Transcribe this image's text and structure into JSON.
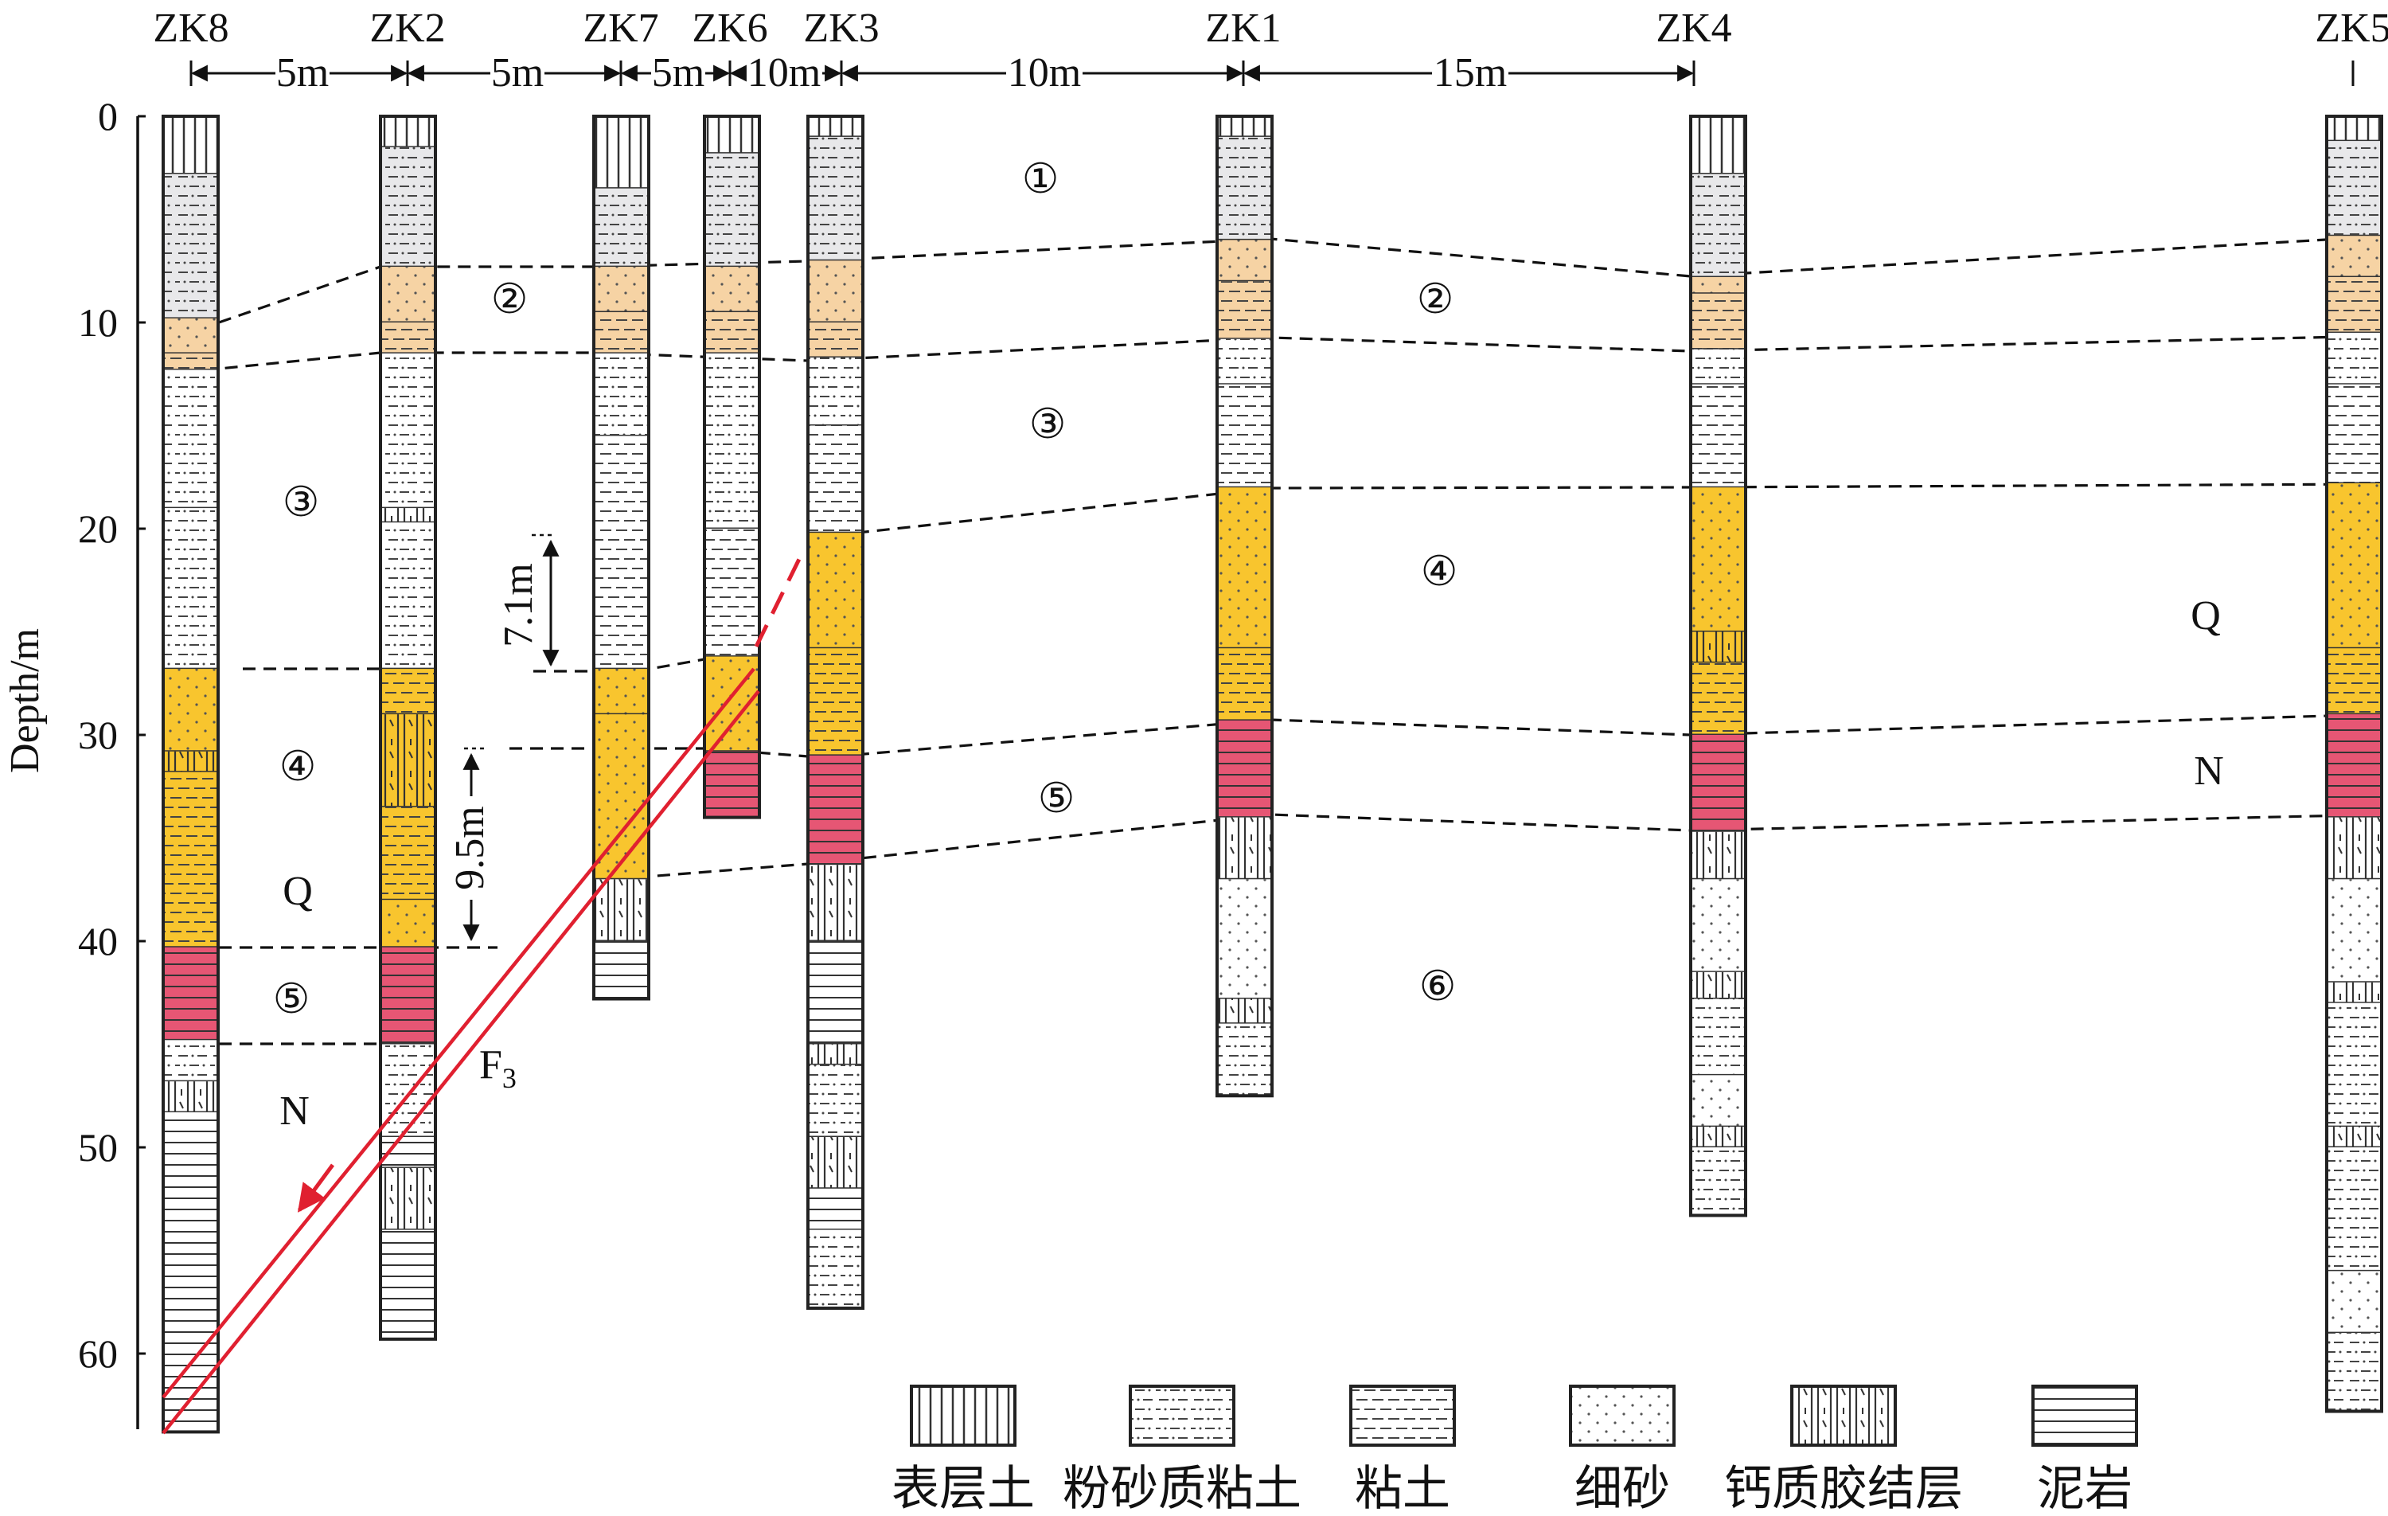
{
  "boreholes": [
    {
      "name": "ZK8",
      "layers": [
        {
          "top": 0,
          "bottom": 2.8,
          "type": "surface"
        },
        {
          "top": 2.8,
          "bottom": 9.8,
          "type": "silty_clay",
          "unit": "1"
        },
        {
          "top": 9.8,
          "bottom": 11.5,
          "type": "fine_sand",
          "unit": "2"
        },
        {
          "top": 11.5,
          "bottom": 12.3,
          "type": "clay",
          "unit": "2"
        },
        {
          "top": 12.3,
          "bottom": 19.0,
          "type": "silty_clay",
          "unit": "3"
        },
        {
          "top": 19.0,
          "bottom": 26.8,
          "type": "silty_clay",
          "unit": "3"
        },
        {
          "top": 26.8,
          "bottom": 30.8,
          "type": "fine_sand",
          "unit": "4"
        },
        {
          "top": 30.8,
          "bottom": 31.8,
          "type": "calcareous",
          "unit": "4"
        },
        {
          "top": 31.8,
          "bottom": 40.3,
          "type": "clay",
          "unit": "4"
        },
        {
          "top": 40.3,
          "bottom": 44.8,
          "type": "mudstone",
          "unit": "5"
        },
        {
          "top": 44.8,
          "bottom": 46.8,
          "type": "silty_clay"
        },
        {
          "top": 46.8,
          "bottom": 48.3,
          "type": "calcareous"
        },
        {
          "top": 48.3,
          "bottom": 63.8,
          "type": "mudstone"
        }
      ]
    },
    {
      "name": "ZK2",
      "layers": [
        {
          "top": 0,
          "bottom": 1.5,
          "type": "surface"
        },
        {
          "top": 1.5,
          "bottom": 7.3,
          "type": "silty_clay",
          "unit": "1"
        },
        {
          "top": 7.3,
          "bottom": 10.0,
          "type": "fine_sand",
          "unit": "2"
        },
        {
          "top": 10.0,
          "bottom": 11.5,
          "type": "clay",
          "unit": "2"
        },
        {
          "top": 11.5,
          "bottom": 19.0,
          "type": "silty_clay",
          "unit": "3"
        },
        {
          "top": 19.0,
          "bottom": 19.7,
          "type": "calcareous",
          "unit": "3"
        },
        {
          "top": 19.7,
          "bottom": 26.8,
          "type": "silty_clay",
          "unit": "3"
        },
        {
          "top": 26.8,
          "bottom": 29.0,
          "type": "clay",
          "unit": "4"
        },
        {
          "top": 29.0,
          "bottom": 33.5,
          "type": "calcareous",
          "unit": "4"
        },
        {
          "top": 33.5,
          "bottom": 38.0,
          "type": "clay",
          "unit": "4"
        },
        {
          "top": 38.0,
          "bottom": 40.3,
          "type": "fine_sand",
          "unit": "4"
        },
        {
          "top": 40.3,
          "bottom": 45.0,
          "type": "mudstone",
          "unit": "5"
        },
        {
          "top": 45.0,
          "bottom": 49.5,
          "type": "silty_clay"
        },
        {
          "top": 49.5,
          "bottom": 51.0,
          "type": "mudstone"
        },
        {
          "top": 51.0,
          "bottom": 54.0,
          "type": "calcareous"
        },
        {
          "top": 54.0,
          "bottom": 59.3,
          "type": "mudstone"
        }
      ]
    },
    {
      "name": "ZK7",
      "layers": [
        {
          "top": 0,
          "bottom": 3.5,
          "type": "surface"
        },
        {
          "top": 3.5,
          "bottom": 7.3,
          "type": "silty_clay",
          "unit": "1"
        },
        {
          "top": 7.3,
          "bottom": 9.5,
          "type": "fine_sand",
          "unit": "2"
        },
        {
          "top": 9.5,
          "bottom": 11.5,
          "type": "clay",
          "unit": "2"
        },
        {
          "top": 11.5,
          "bottom": 15.5,
          "type": "silty_clay",
          "unit": "3"
        },
        {
          "top": 15.5,
          "bottom": 26.8,
          "type": "clay",
          "unit": "3"
        },
        {
          "top": 26.8,
          "bottom": 29.0,
          "type": "fine_sand",
          "unit": "4"
        },
        {
          "top": 29.0,
          "bottom": 37.0,
          "type": "fine_sand",
          "unit": "4"
        },
        {
          "top": 37.0,
          "bottom": 40.0,
          "type": "calcareous"
        },
        {
          "top": 40.0,
          "bottom": 42.8,
          "type": "mudstone"
        }
      ]
    },
    {
      "name": "ZK6",
      "layers": [
        {
          "top": 0,
          "bottom": 1.8,
          "type": "surface"
        },
        {
          "top": 1.8,
          "bottom": 7.3,
          "type": "silty_clay",
          "unit": "1"
        },
        {
          "top": 7.3,
          "bottom": 9.5,
          "type": "fine_sand",
          "unit": "2"
        },
        {
          "top": 9.5,
          "bottom": 11.5,
          "type": "clay",
          "unit": "2"
        },
        {
          "top": 11.5,
          "bottom": 20.0,
          "type": "silty_clay",
          "unit": "3"
        },
        {
          "top": 20.0,
          "bottom": 26.2,
          "type": "clay",
          "unit": "3"
        },
        {
          "top": 26.2,
          "bottom": 30.8,
          "type": "fine_sand",
          "unit": "4"
        },
        {
          "top": 30.8,
          "bottom": 34.0,
          "type": "mudstone",
          "unit": "5"
        }
      ]
    },
    {
      "name": "ZK3",
      "layers": [
        {
          "top": 0,
          "bottom": 1.0,
          "type": "surface"
        },
        {
          "top": 1.0,
          "bottom": 7.0,
          "type": "silty_clay",
          "unit": "1"
        },
        {
          "top": 7.0,
          "bottom": 10.0,
          "type": "fine_sand",
          "unit": "2"
        },
        {
          "top": 10.0,
          "bottom": 11.7,
          "type": "clay",
          "unit": "2"
        },
        {
          "top": 11.7,
          "bottom": 15.0,
          "type": "silty_clay",
          "unit": "3"
        },
        {
          "top": 15.0,
          "bottom": 20.2,
          "type": "clay",
          "unit": "3"
        },
        {
          "top": 20.2,
          "bottom": 25.8,
          "type": "fine_sand",
          "unit": "4"
        },
        {
          "top": 25.8,
          "bottom": 31.0,
          "type": "clay",
          "unit": "4"
        },
        {
          "top": 31.0,
          "bottom": 36.3,
          "type": "mudstone",
          "unit": "5"
        },
        {
          "top": 36.3,
          "bottom": 40.0,
          "type": "calcareous"
        },
        {
          "top": 40.0,
          "bottom": 45.0,
          "type": "mudstone"
        },
        {
          "top": 45.0,
          "bottom": 46.0,
          "type": "calcareous"
        },
        {
          "top": 46.0,
          "bottom": 49.5,
          "type": "silty_clay"
        },
        {
          "top": 49.5,
          "bottom": 52.0,
          "type": "calcareous"
        },
        {
          "top": 52.0,
          "bottom": 54.0,
          "type": "mudstone"
        },
        {
          "top": 54.0,
          "bottom": 57.8,
          "type": "silty_clay"
        }
      ]
    },
    {
      "name": "ZK1",
      "layers": [
        {
          "top": 0,
          "bottom": 1.0,
          "type": "surface"
        },
        {
          "top": 1.0,
          "bottom": 6.0,
          "type": "silty_clay",
          "unit": "1"
        },
        {
          "top": 6.0,
          "bottom": 8.0,
          "type": "fine_sand",
          "unit": "2"
        },
        {
          "top": 8.0,
          "bottom": 10.8,
          "type": "clay",
          "unit": "2"
        },
        {
          "top": 10.8,
          "bottom": 13.0,
          "type": "silty_clay",
          "unit": "3"
        },
        {
          "top": 13.0,
          "bottom": 18.0,
          "type": "clay",
          "unit": "3"
        },
        {
          "top": 18.0,
          "bottom": 25.8,
          "type": "fine_sand",
          "unit": "4"
        },
        {
          "top": 25.8,
          "bottom": 29.3,
          "type": "clay",
          "unit": "4"
        },
        {
          "top": 29.3,
          "bottom": 34.0,
          "type": "mudstone",
          "unit": "5"
        },
        {
          "top": 34.0,
          "bottom": 37.0,
          "type": "calcareous"
        },
        {
          "top": 37.0,
          "bottom": 42.8,
          "type": "fine_sand"
        },
        {
          "top": 42.8,
          "bottom": 44.0,
          "type": "calcareous"
        },
        {
          "top": 44.0,
          "bottom": 47.5,
          "type": "silty_clay"
        }
      ]
    },
    {
      "name": "ZK4",
      "layers": [
        {
          "top": 0,
          "bottom": 2.8,
          "type": "surface"
        },
        {
          "top": 2.8,
          "bottom": 7.8,
          "type": "silty_clay",
          "unit": "1"
        },
        {
          "top": 7.8,
          "bottom": 8.6,
          "type": "fine_sand",
          "unit": "2"
        },
        {
          "top": 8.6,
          "bottom": 11.3,
          "type": "clay",
          "unit": "2"
        },
        {
          "top": 11.3,
          "bottom": 13.0,
          "type": "silty_clay",
          "unit": "3"
        },
        {
          "top": 13.0,
          "bottom": 18.0,
          "type": "clay",
          "unit": "3"
        },
        {
          "top": 18.0,
          "bottom": 25.0,
          "type": "fine_sand",
          "unit": "4"
        },
        {
          "top": 25.0,
          "bottom": 26.5,
          "type": "calcareous",
          "unit": "4"
        },
        {
          "top": 26.5,
          "bottom": 30.0,
          "type": "clay",
          "unit": "4"
        },
        {
          "top": 30.0,
          "bottom": 34.7,
          "type": "mudstone",
          "unit": "5"
        },
        {
          "top": 34.7,
          "bottom": 37.0,
          "type": "calcareous"
        },
        {
          "top": 37.0,
          "bottom": 41.5,
          "type": "fine_sand"
        },
        {
          "top": 41.5,
          "bottom": 42.8,
          "type": "calcareous"
        },
        {
          "top": 42.8,
          "bottom": 46.5,
          "type": "silty_clay"
        },
        {
          "top": 46.5,
          "bottom": 49.0,
          "type": "fine_sand"
        },
        {
          "top": 49.0,
          "bottom": 50.0,
          "type": "calcareous"
        },
        {
          "top": 50.0,
          "bottom": 53.3,
          "type": "silty_clay"
        }
      ]
    },
    {
      "name": "ZK5",
      "layers": [
        {
          "top": 0,
          "bottom": 1.2,
          "type": "surface"
        },
        {
          "top": 1.2,
          "bottom": 5.8,
          "type": "silty_clay",
          "unit": "1"
        },
        {
          "top": 5.8,
          "bottom": 7.8,
          "type": "fine_sand",
          "unit": "2"
        },
        {
          "top": 7.8,
          "bottom": 10.5,
          "type": "clay",
          "unit": "2"
        },
        {
          "top": 10.5,
          "bottom": 13.0,
          "type": "silty_clay",
          "unit": "3"
        },
        {
          "top": 13.0,
          "bottom": 17.8,
          "type": "clay",
          "unit": "3"
        },
        {
          "top": 17.8,
          "bottom": 25.8,
          "type": "fine_sand",
          "unit": "4"
        },
        {
          "top": 25.8,
          "bottom": 29.0,
          "type": "clay",
          "unit": "4"
        },
        {
          "top": 29.0,
          "bottom": 34.0,
          "type": "mudstone",
          "unit": "5"
        },
        {
          "top": 34.0,
          "bottom": 37.0,
          "type": "calcareous"
        },
        {
          "top": 37.0,
          "bottom": 42.0,
          "type": "fine_sand"
        },
        {
          "top": 42.0,
          "bottom": 43.0,
          "type": "calcareous"
        },
        {
          "top": 43.0,
          "bottom": 49.0,
          "type": "silty_clay"
        },
        {
          "top": 49.0,
          "bottom": 50.0,
          "type": "calcareous"
        },
        {
          "top": 50.0,
          "bottom": 56.0,
          "type": "silty_clay"
        },
        {
          "top": 56.0,
          "bottom": 59.0,
          "type": "fine_sand"
        },
        {
          "top": 59.0,
          "bottom": 62.8,
          "type": "silty_clay"
        }
      ]
    }
  ],
  "spacings": [
    "5m",
    "5m",
    "5m",
    "10m",
    "10m",
    "15m"
  ],
  "axis": {
    "label": "Depth/m",
    "ticks": [
      0,
      10,
      20,
      30,
      40,
      50,
      60
    ],
    "max": 64
  },
  "fill_colors": {
    "surface": "#ffffff",
    "silty_clay": "#e8e8ea",
    "fine_sand_upper": "#f6d3a4",
    "clay_upper": "#f6d3a4",
    "fine_sand_mid": "#f8c52e",
    "clay_mid": "#f8c52e",
    "mudstone_red": "#e65674",
    "default": "#ffffff",
    "fault": "#e02030"
  },
  "unit_labels": [
    {
      "text": "①"
    },
    {
      "text": "②"
    },
    {
      "text": "②"
    },
    {
      "text": "③"
    },
    {
      "text": "③"
    },
    {
      "text": "④"
    },
    {
      "text": "④"
    },
    {
      "text": "⑤"
    },
    {
      "text": "⑤"
    },
    {
      "text": "⑥"
    },
    {
      "text": "Q"
    },
    {
      "text": "Q"
    },
    {
      "text": "N"
    },
    {
      "text": "N"
    }
  ],
  "annotations": {
    "offset1": "7.1m",
    "offset2": "9.5m",
    "fault": "F",
    "fault_sub": "3"
  },
  "legend": [
    {
      "type": "surface",
      "label": "表层土"
    },
    {
      "type": "silty_clay",
      "label": "粉砂质粘土"
    },
    {
      "type": "clay",
      "label": "粘土"
    },
    {
      "type": "fine_sand",
      "label": "细砂"
    },
    {
      "type": "calcareous",
      "label": "钙质胶结层"
    },
    {
      "type": "mudstone",
      "label": "泥岩"
    }
  ]
}
